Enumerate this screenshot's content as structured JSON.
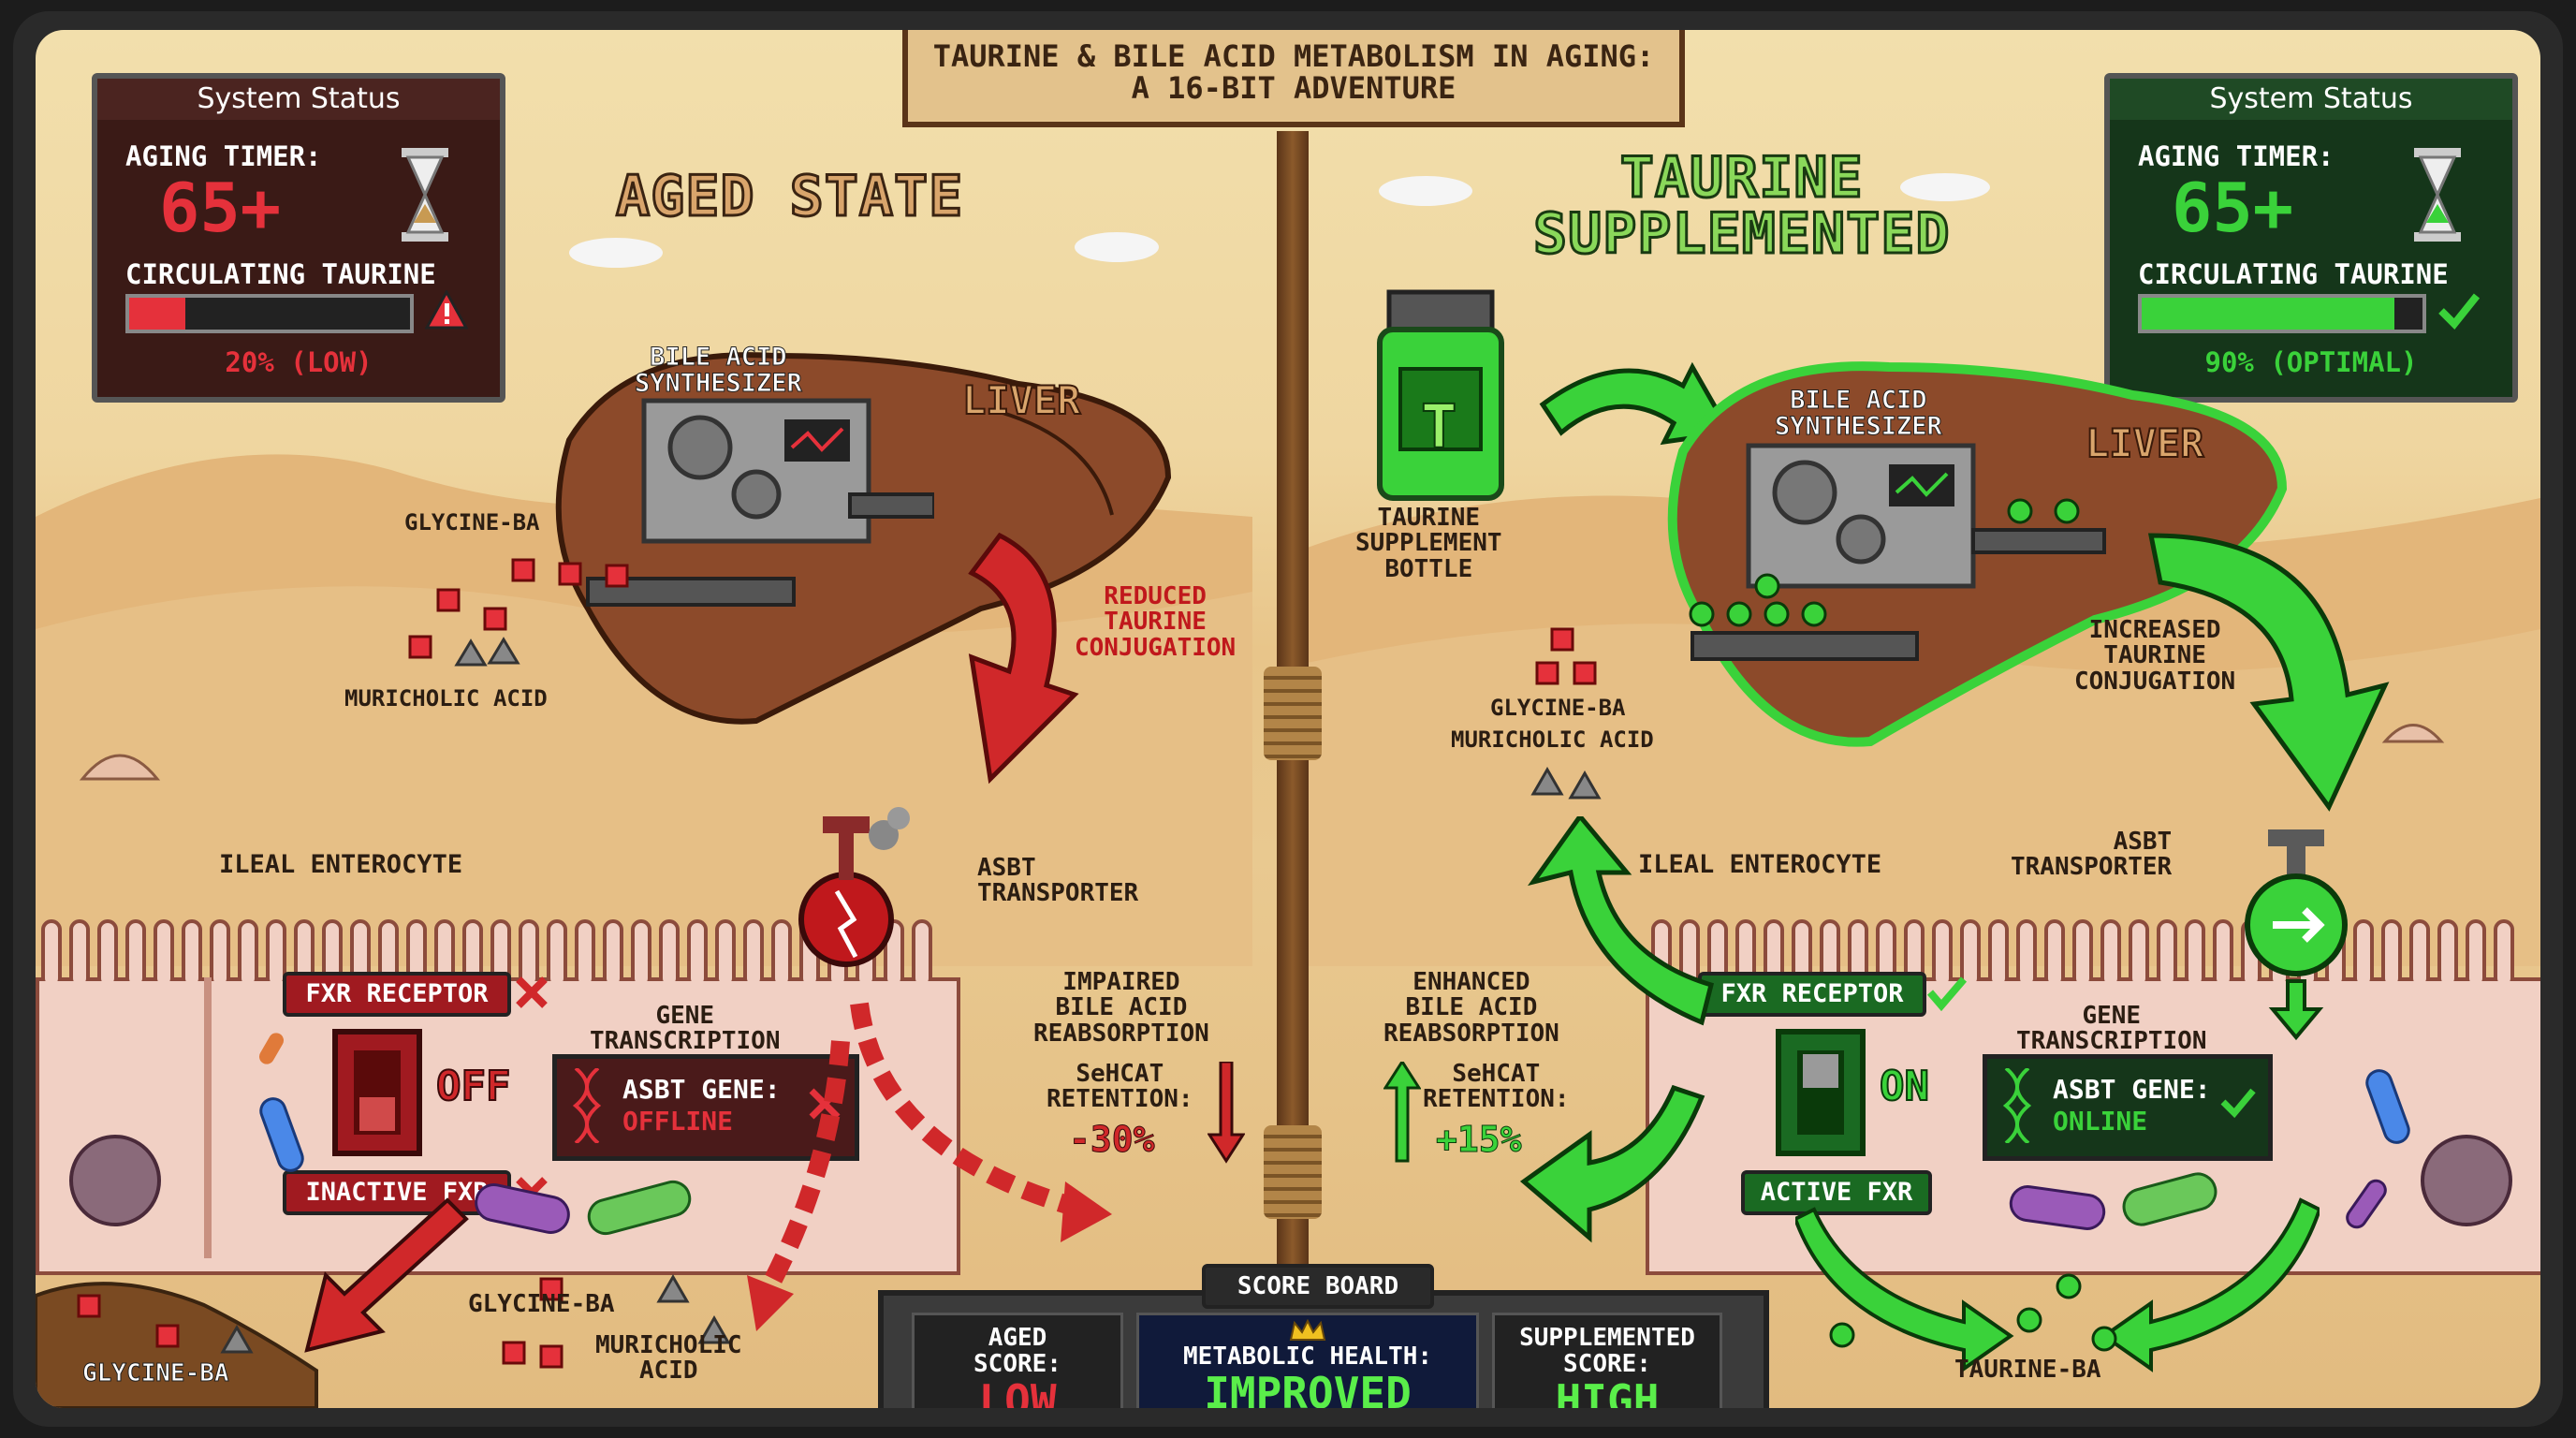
{
  "title": {
    "line1": "TAURINE & BILE ACID METABOLISM IN AGING:",
    "line2": "A 16-BIT ADVENTURE"
  },
  "left": {
    "heading": "AGED STATE",
    "status": {
      "header": "System Status",
      "timer_label": "AGING TIMER:",
      "timer_value": "65+",
      "taurine_label": "CIRCULATING TAURINE",
      "taurine_value": "20% (LOW)",
      "taurine_fraction": 0.2,
      "accent": "#e5313b"
    },
    "liver_label": "LIVER",
    "synth_label": "BILE ACID\nSYNTHESIZER",
    "glycine_ba": "GLYCINE-BA",
    "muricholic": "MURICHOLIC ACID",
    "conjugation": "REDUCED\nTAURINE\nCONJUGATION",
    "enterocyte": "ILEAL ENTEROCYTE",
    "asbt_transporter": "ASBT\nTRANSPORTER",
    "fxr_receptor": "FXR RECEPTOR",
    "switch_state": "OFF",
    "inactive_fxr": "INACTIVE FXR",
    "gene_transcription": "GENE\nTRANSCRIPTION",
    "asbt_gene": "ASBT GENE:",
    "asbt_gene_state": "OFFLINE",
    "reabsorption": "IMPAIRED\nBILE ACID\nREABSORPTION",
    "sehcat_label": "SeHCAT\nRETENTION:",
    "sehcat_value": "-30%",
    "bottom_glycine": "GLYCINE-BA",
    "bottom_glycine2": "GLYCINE-BA",
    "bottom_muricholic": "MURICHOLIC\nACID"
  },
  "right": {
    "heading": "TAURINE\nSUPPLEMENTED",
    "status": {
      "header": "System Status",
      "timer_label": "AGING TIMER:",
      "timer_value": "65+",
      "taurine_label": "CIRCULATING TAURINE",
      "taurine_value": "90% (OPTIMAL)",
      "taurine_fraction": 0.9,
      "accent": "#3ad23a"
    },
    "bottle_label": "TAURINE\nSUPPLEMENT\nBOTTLE",
    "bottle_letter": "T",
    "liver_label": "LIVER",
    "synth_label": "BILE ACID\nSYNTHESIZER",
    "conjugation": "INCREASED\nTAURINE\nCONJUGATION",
    "glycine_ba": "GLYCINE-BA",
    "muricholic": "MURICHOLIC ACID",
    "enterocyte": "ILEAL ENTEROCYTE",
    "asbt_transporter": "ASBT\nTRANSPORTER",
    "fxr_receptor": "FXR RECEPTOR",
    "switch_state": "ON",
    "active_fxr": "ACTIVE FXR",
    "gene_transcription": "GENE\nTRANSCRIPTION",
    "asbt_gene": "ASBT GENE:",
    "asbt_gene_state": "ONLINE",
    "reabsorption": "ENHANCED\nBILE ACID\nREABSORPTION",
    "sehcat_label": "SeHCAT\nRETENTION:",
    "sehcat_value": "+15%",
    "taurine_ba": "TAURINE-BA"
  },
  "scoreboard": {
    "title": "SCORE BOARD",
    "aged_caption": "AGED\nSCORE:",
    "aged_value": "LOW",
    "health_caption": "METABOLIC HEALTH:",
    "health_value": "IMPROVED",
    "supp_caption": "SUPPLEMENTED\nSCORE:",
    "supp_value": "HIGH"
  },
  "icons": [
    "hourglass-icon",
    "warning-icon",
    "check-icon",
    "dna-icon",
    "gear-icon",
    "crown-icon",
    "x-icon"
  ]
}
